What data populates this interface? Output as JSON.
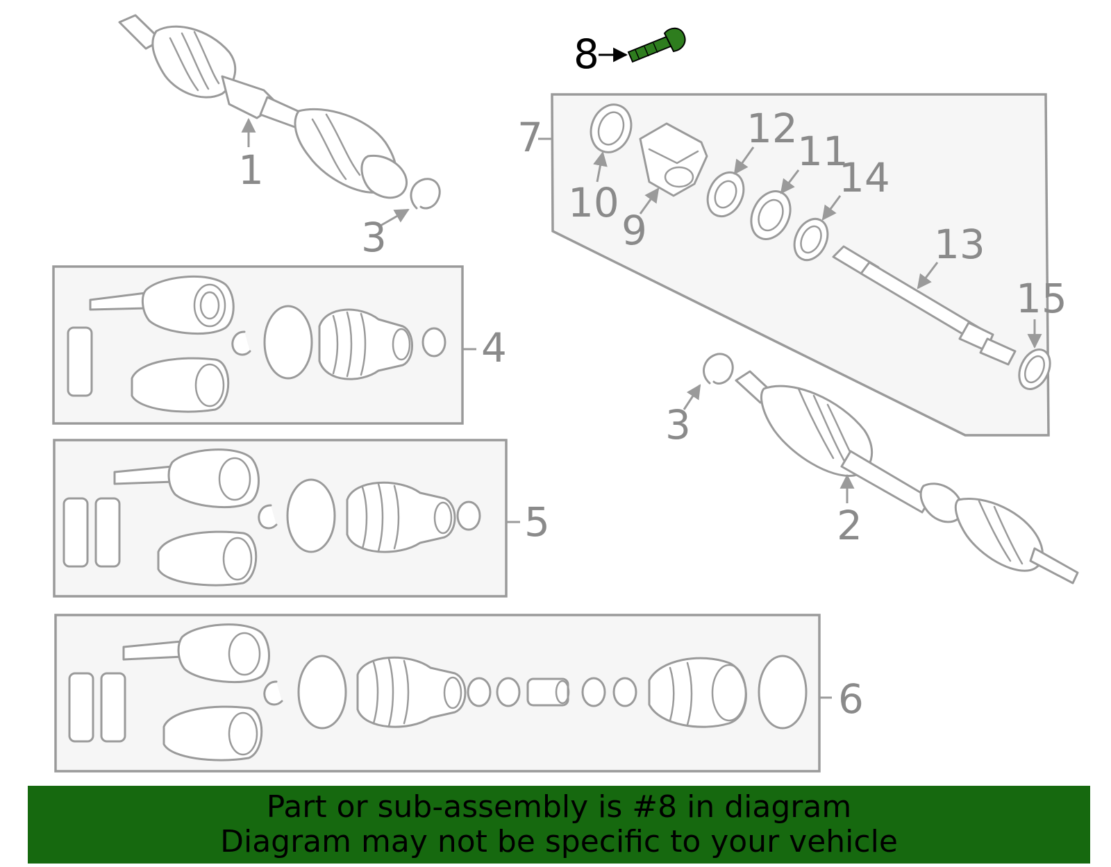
{
  "callouts": {
    "c1": "1",
    "c2": "2",
    "c3a": "3",
    "c3b": "3",
    "c4": "4",
    "c5": "5",
    "c6": "6",
    "c7": "7",
    "c8": "8",
    "c9": "9",
    "c10": "10",
    "c11": "11",
    "c12": "12",
    "c13": "13",
    "c14": "14",
    "c15": "15"
  },
  "highlight": {
    "part_number": "8",
    "color": "#2e7d1e"
  },
  "banner": {
    "line1": "Part or sub-assembly is #8 in diagram",
    "line2": "Diagram may not be specific to your vehicle",
    "background": "#16690f"
  },
  "colors": {
    "outline": "#9a9a9a",
    "box_fill": "#f6f6f6"
  }
}
